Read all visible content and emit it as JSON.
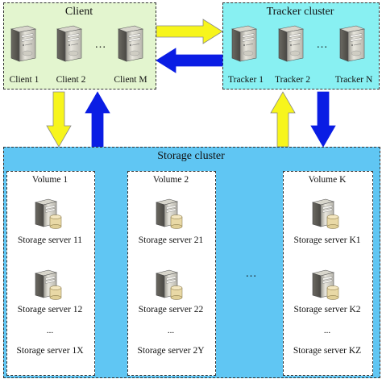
{
  "client": {
    "title": "Client",
    "nodes": [
      "Client 1",
      "Client 2",
      "Client M"
    ],
    "ellipsis": "…"
  },
  "tracker": {
    "title": "Tracker cluster",
    "nodes": [
      "Tracker 1",
      "Tracker 2",
      "Tracker N"
    ],
    "ellipsis": "…"
  },
  "storage": {
    "title": "Storage cluster",
    "ellipsis": "…",
    "volumes": [
      {
        "title": "Volume 1",
        "servers": [
          "Storage server 11",
          "Storage server 12",
          "Storage server 1X"
        ],
        "ellipsis": "..."
      },
      {
        "title": "Volume 2",
        "servers": [
          "Storage server 21",
          "Storage server 22",
          "Storage server 2Y"
        ],
        "ellipsis": "..."
      },
      {
        "title": "Volume K",
        "servers": [
          "Storage server K1",
          "Storage server K2",
          "Storage server KZ"
        ],
        "ellipsis": "..."
      }
    ]
  },
  "colors": {
    "client_bg": "#e3f5cf",
    "tracker_bg": "#88f0f2",
    "storage_bg": "#60c6f3",
    "volume_bg": "#ffffff",
    "arrow_yellow": "#f7f51c",
    "arrow_blue": "#0a1de4"
  },
  "icons": [
    "server-tower-icon"
  ]
}
